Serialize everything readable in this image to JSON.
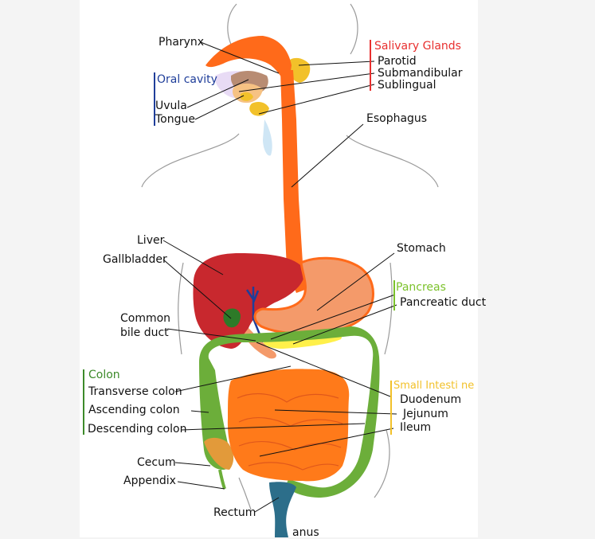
{
  "colors": {
    "salivary": "#e8302f",
    "oral_cavity": "#1f3e9a",
    "pancreas": "#7cc22c",
    "colon": "#3d8a2a",
    "small_intestine": "#f2c12a",
    "esophagus": "#ff6a1a",
    "liver": "#c8282e",
    "stomach": "#f49a6a",
    "intestine": "#ff7a1a",
    "colon_fill": "#6cae3a",
    "gallbladder": "#2d7a28",
    "rectum": "#2c6e8a"
  },
  "groups": {
    "salivary_glands": "Salivary Glands",
    "oral_cavity": "Oral cavity",
    "pancreas": "Pancreas",
    "colon": "Colon",
    "small_intestine": "Small Intesti ne"
  },
  "labels": {
    "pharynx": "Pharynx",
    "parotid": "Parotid",
    "submandibular": "Submandibular",
    "sublingual": "Sublingual",
    "uvula": "Uvula",
    "tongue": "Tongue",
    "esophagus": "Esophagus",
    "liver": "Liver",
    "gallbladder": "Gallbladder",
    "stomach": "Stomach",
    "pancreatic_duct": "Pancreatic duct",
    "common_bile_duct_1": "Common",
    "common_bile_duct_2": "bile duct",
    "transverse_colon": "Transverse colon",
    "ascending_colon": "Ascending colon",
    "descending_colon": "Descending colon",
    "duodenum": "Duodenum",
    "jejunum": "Jejunum",
    "ileum": "Ileum",
    "cecum": "Cecum",
    "appendix": "Appendix",
    "rectum": "Rectum",
    "anus": "anus"
  }
}
